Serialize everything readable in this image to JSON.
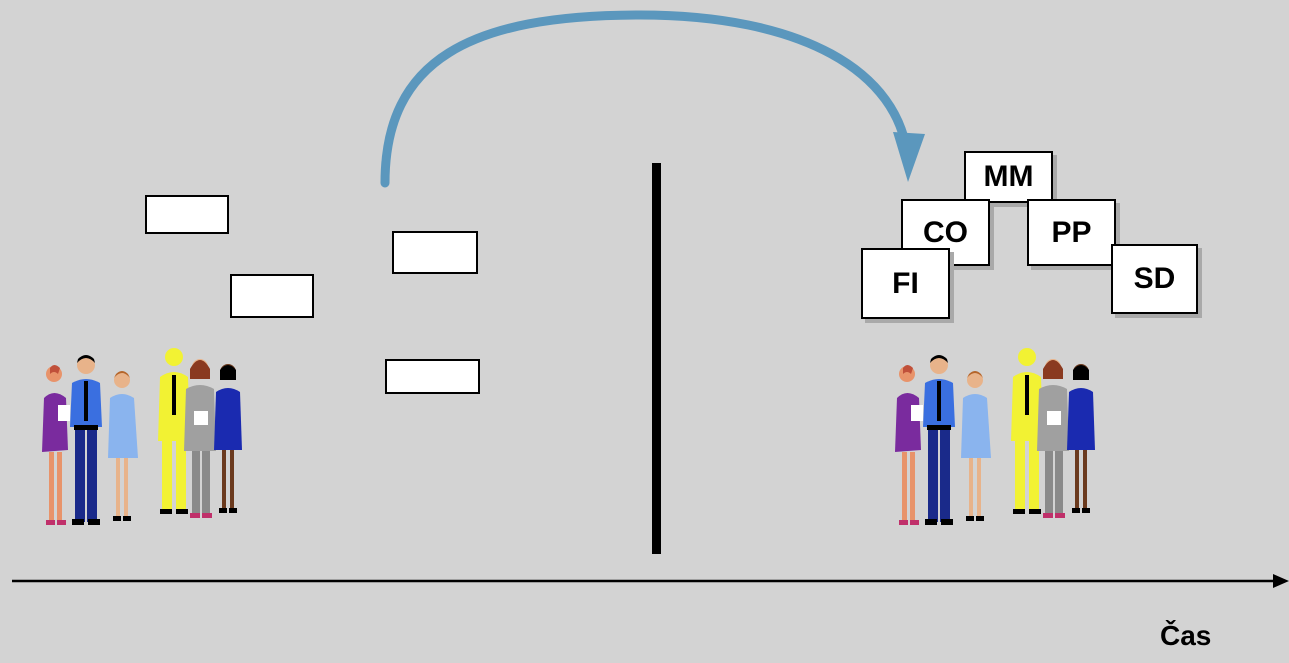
{
  "modules": {
    "mm": "MM",
    "co": "CO",
    "pp": "PP",
    "fi": "FI",
    "sd": "SD"
  },
  "axis": {
    "label": "Čas"
  },
  "colors": {
    "background": "#d3d3d3",
    "arrow": "#5b97bd",
    "lines": "#000000"
  },
  "icons": [
    "people-group-icon",
    "curved-arrow-icon",
    "timeline-arrow-icon"
  ]
}
